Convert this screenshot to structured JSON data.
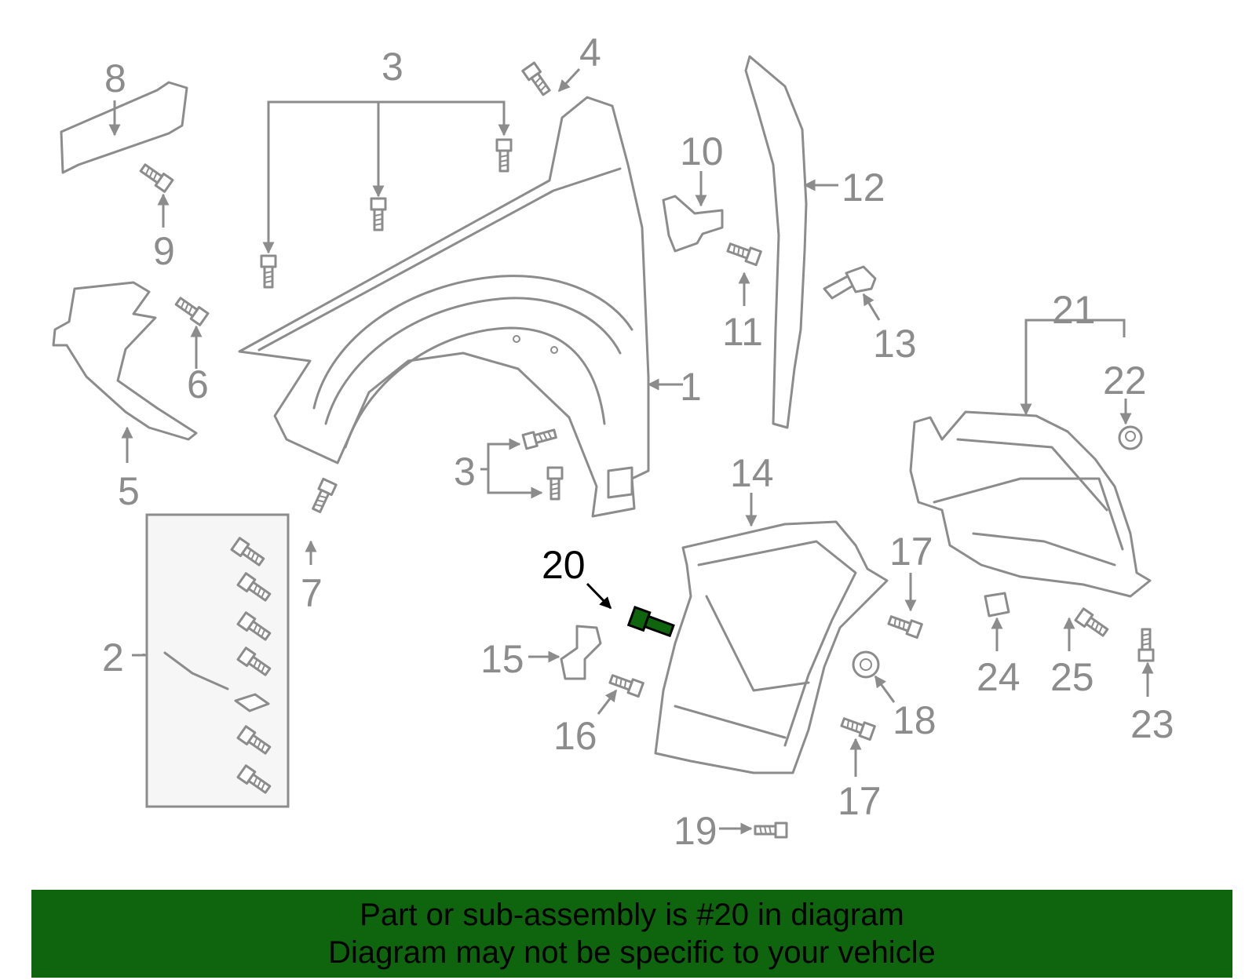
{
  "callouts": {
    "c1": "1",
    "c2": "2",
    "c3a": "3",
    "c3b": "3",
    "c4": "4",
    "c5": "5",
    "c6": "6",
    "c7": "7",
    "c8": "8",
    "c9": "9",
    "c10": "10",
    "c11": "11",
    "c12": "12",
    "c13": "13",
    "c14": "14",
    "c15": "15",
    "c16": "16",
    "c17a": "17",
    "c17b": "17",
    "c18": "18",
    "c19": "19",
    "c20": "20",
    "c21": "21",
    "c22": "22",
    "c23": "23",
    "c24": "24",
    "c25": "25"
  },
  "highlight": {
    "part_number": "20",
    "color": "#0e650e"
  },
  "banner": {
    "line1": "Part or sub-assembly is #20 in diagram",
    "line2": "Diagram may not be specific to your vehicle",
    "background": "#0e650e"
  }
}
